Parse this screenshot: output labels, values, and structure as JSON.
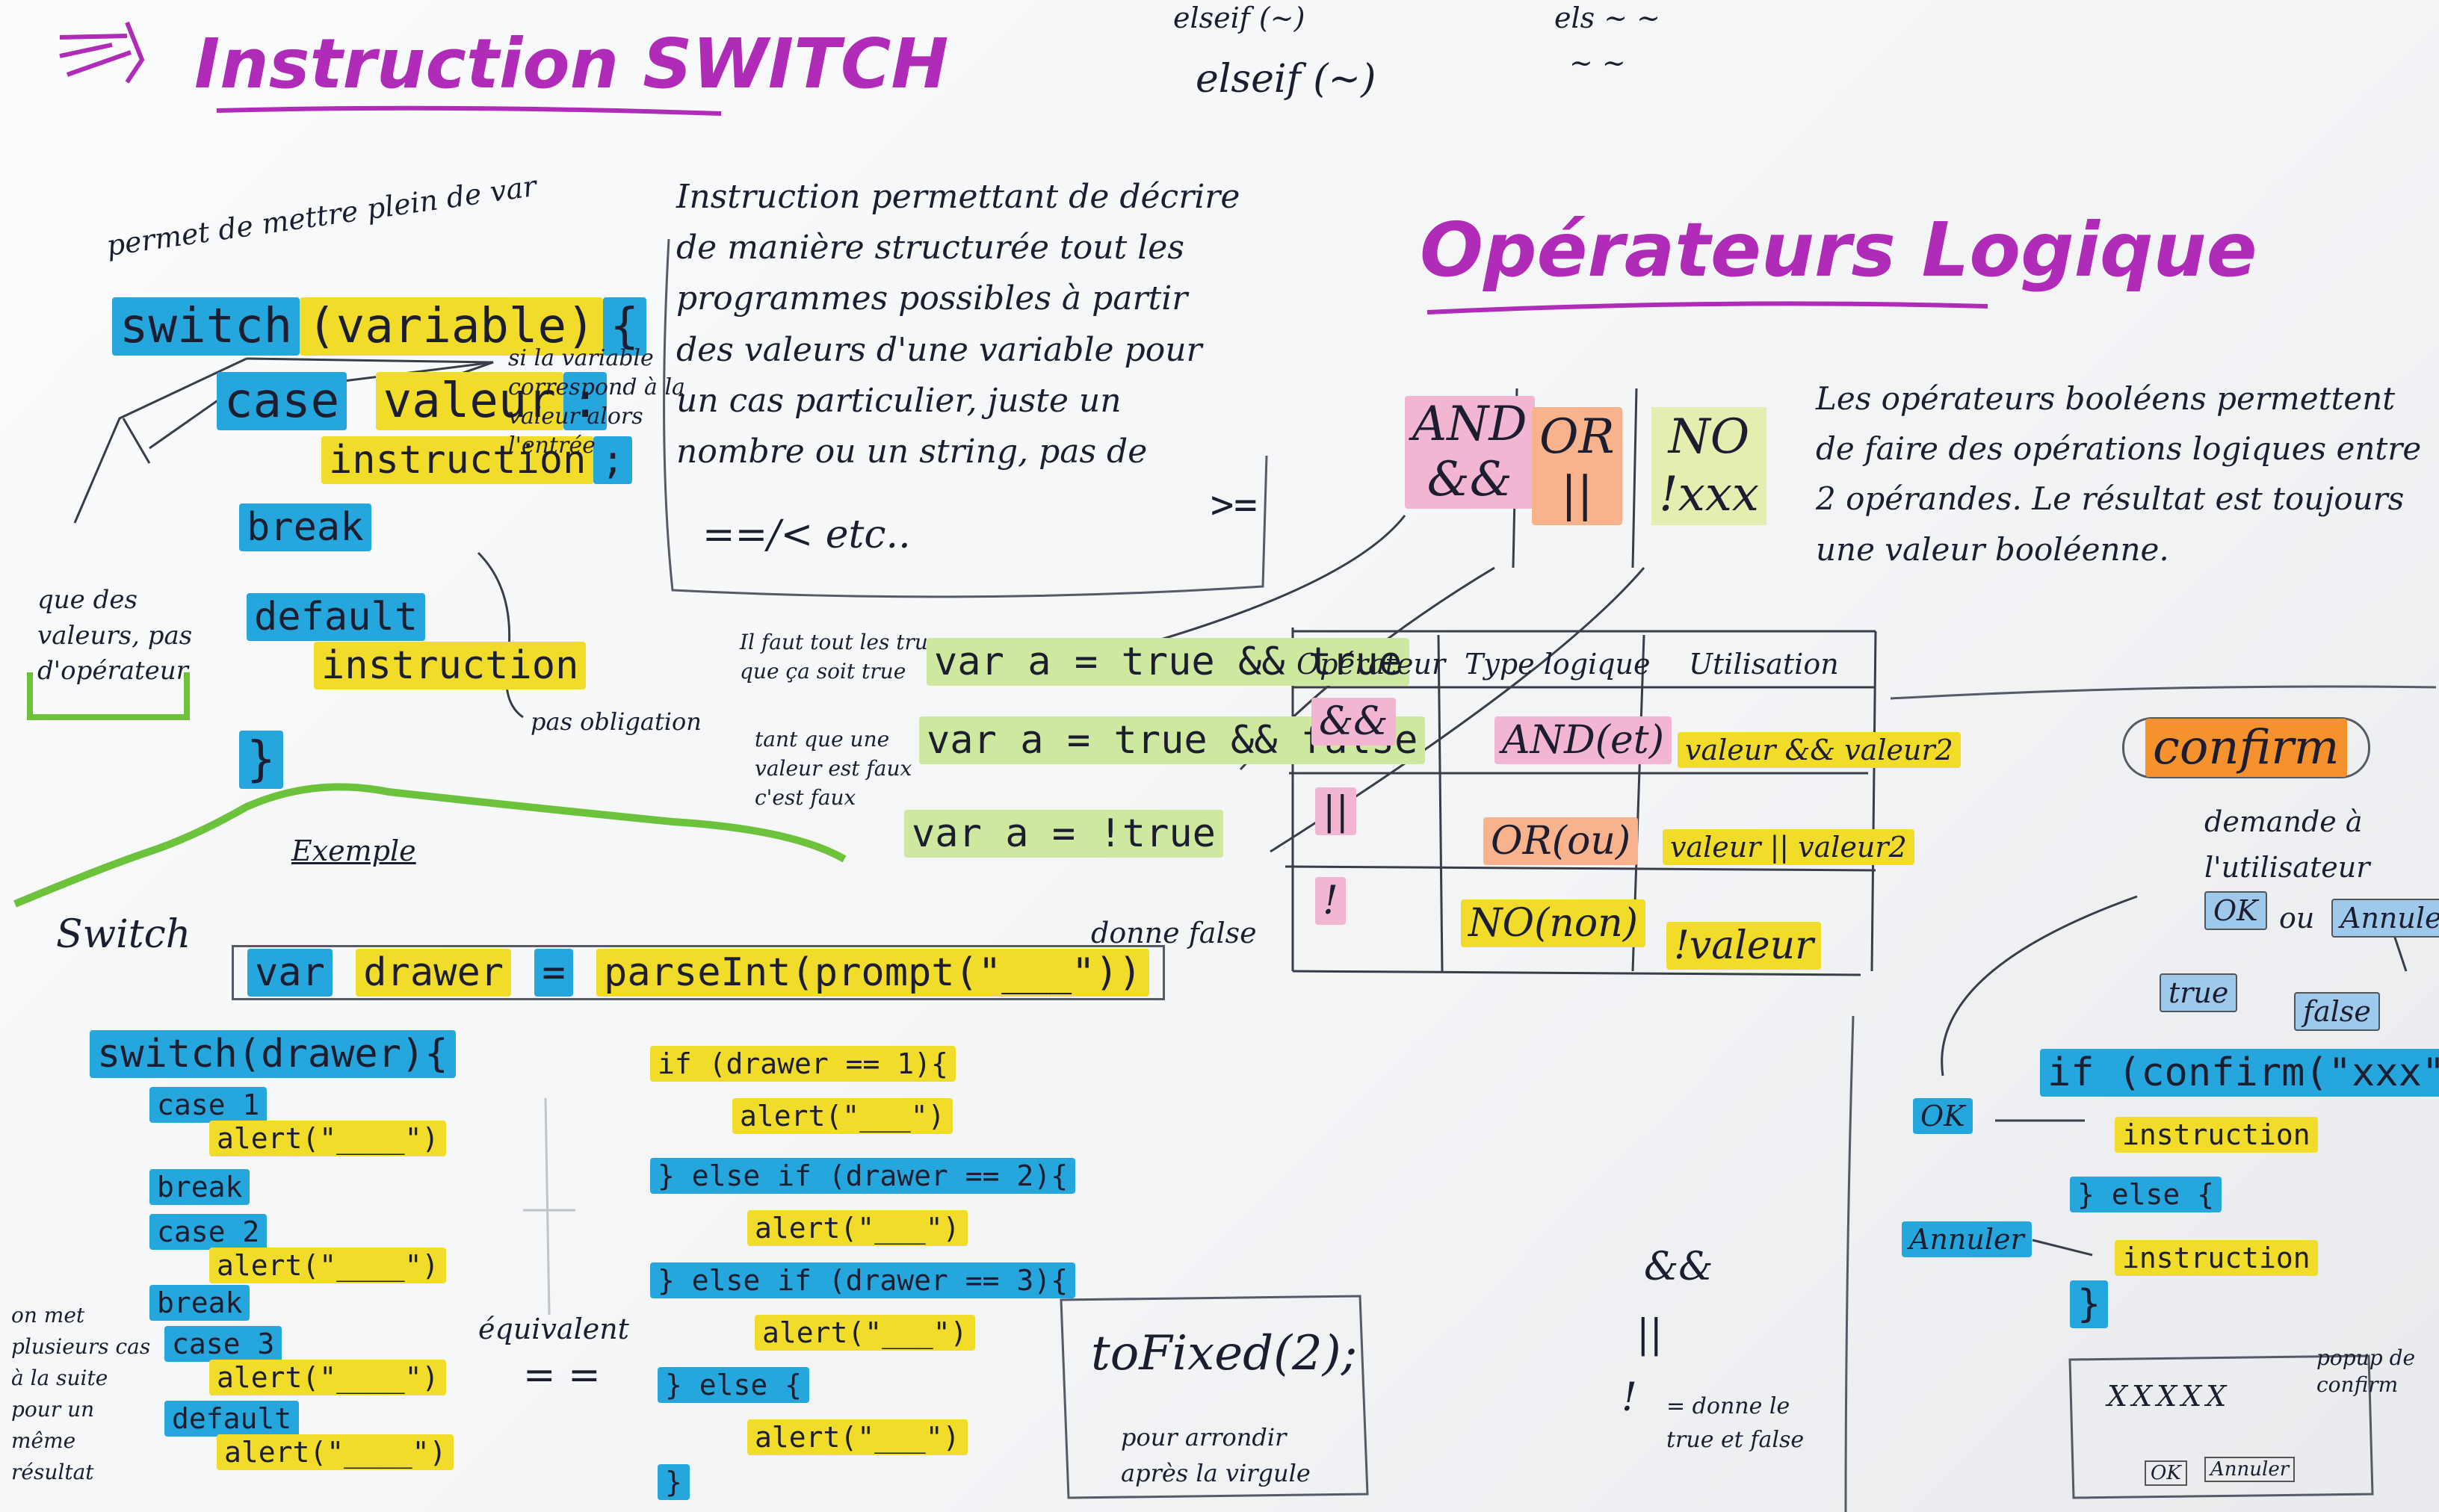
{
  "switch_section": {
    "title": "Instruction SWITCH",
    "note_top": "permet de mettre plein de var",
    "syntax": {
      "switch_kw": "switch",
      "variable": "(variable)",
      "brace": "{",
      "case_kw": "case",
      "valeur": "valeur",
      "colon": ":",
      "instruction": "instruction",
      "semicolon": ";",
      "break_kw": "break",
      "default_kw": "default",
      "instruction2": "instruction",
      "close_brace": "}"
    },
    "side_note": "si la variable correspond à la valeur alors l'entrée",
    "left_note": "que des valeurs, pas d'opérateur",
    "pas_obligation": "pas obligation",
    "description": "Instruction permettant de décrire de manière structurée tout les programmes possibles à partir des valeurs d'une variable pour un cas particulier, juste un nombre ou un string, pas de",
    "ops_example": "==/< etc..",
    "ops_not": ">="
  },
  "example_section": {
    "label": "Exemple",
    "switch_label": "Switch",
    "decl_var": "var",
    "decl_name": "drawer",
    "decl_eq": "=",
    "decl_parse": "parseInt(prompt(\"___\"))",
    "switch_line": "switch(drawer){",
    "cases": [
      {
        "case": "case 1",
        "alert": "alert(\"____\")",
        "break": "break"
      },
      {
        "case": "case 2",
        "alert": "alert(\"____\")",
        "break": "break"
      },
      {
        "case": "case 3",
        "alert": "alert(\"____\")",
        "break": ""
      },
      {
        "case": "default",
        "alert": "alert(\"____\")",
        "break": ""
      }
    ],
    "equivalent": "équivalent",
    "equiv_sign": "= =",
    "left_margin_note": "on met plusieurs cas à la suite pour un même résultat",
    "if_lines": [
      "if (drawer == 1){",
      "alert(\"___\")",
      "} else if (drawer == 2){",
      "alert(\"___\")",
      "} else if (drawer == 3){",
      "alert(\"___\")",
      "} else {",
      "alert(\"___\")",
      "}"
    ]
  },
  "logic_section": {
    "title": "Opérateurs Logique",
    "intro": "Les opérateurs booléens permettent de faire des opérations logiques entre 2 opérandes. Le résultat est toujours une valeur booléenne.",
    "operators": [
      {
        "name": "AND",
        "symbol": "&&"
      },
      {
        "name": "OR",
        "symbol": "||"
      },
      {
        "name": "NO",
        "symbol": "!xxx"
      }
    ],
    "examples": [
      "var a = true && true",
      "var a = true && false",
      "var a = !true"
    ],
    "example_notes": [
      "Il faut tout les true pour que ça soit true",
      "tant que une valeur est faux c'est faux"
    ],
    "not_result": "donne false",
    "table": {
      "headers": [
        "Opérateur",
        "Type logique",
        "Utilisation"
      ],
      "rows": [
        [
          "&&",
          "AND(et)",
          "valeur && valeur2"
        ],
        [
          "||",
          "OR(ou)",
          "valeur || valeur2"
        ],
        [
          "!",
          "NO(non)",
          "!valeur"
        ]
      ]
    }
  },
  "confirm_section": {
    "title": "confirm",
    "desc": "demande à l'utilisateur",
    "ok": "OK",
    "or": "ou",
    "annuler": "Annuler",
    "true": "true",
    "false": "false",
    "code_if": "if (confirm(\"xxx\")){",
    "ok_label": "OK",
    "instruction1": "instruction",
    "else": "} else {",
    "annuler_label": "Annuler",
    "instruction2": "instruction",
    "close": "}",
    "dialog_text": "XXXXX",
    "dialog_ok": "OK",
    "dialog_cancel": "Annuler",
    "popup_note": "popup de confirm"
  },
  "tofixed_section": {
    "code": "toFixed(2);",
    "note": "pour arrondir après la virgule"
  },
  "bottom_note": {
    "amp": "&&",
    "or": "||",
    "not": "!",
    "text": "= donne le true et false"
  },
  "top_fragments": {
    "elseif1": "elseif (~)",
    "elseif2": "elseif (~)",
    "mini1": "els ~ ~",
    "mini2": "~ ~"
  },
  "colors": {
    "blue_marker": "#25a6dc",
    "yellow_marker": "#f2dc2a",
    "orange_marker": "#f9b38c",
    "pink_marker": "#f2b6d3",
    "purple_ink": "#b02bb8",
    "green_marker": "#6cc23a"
  }
}
